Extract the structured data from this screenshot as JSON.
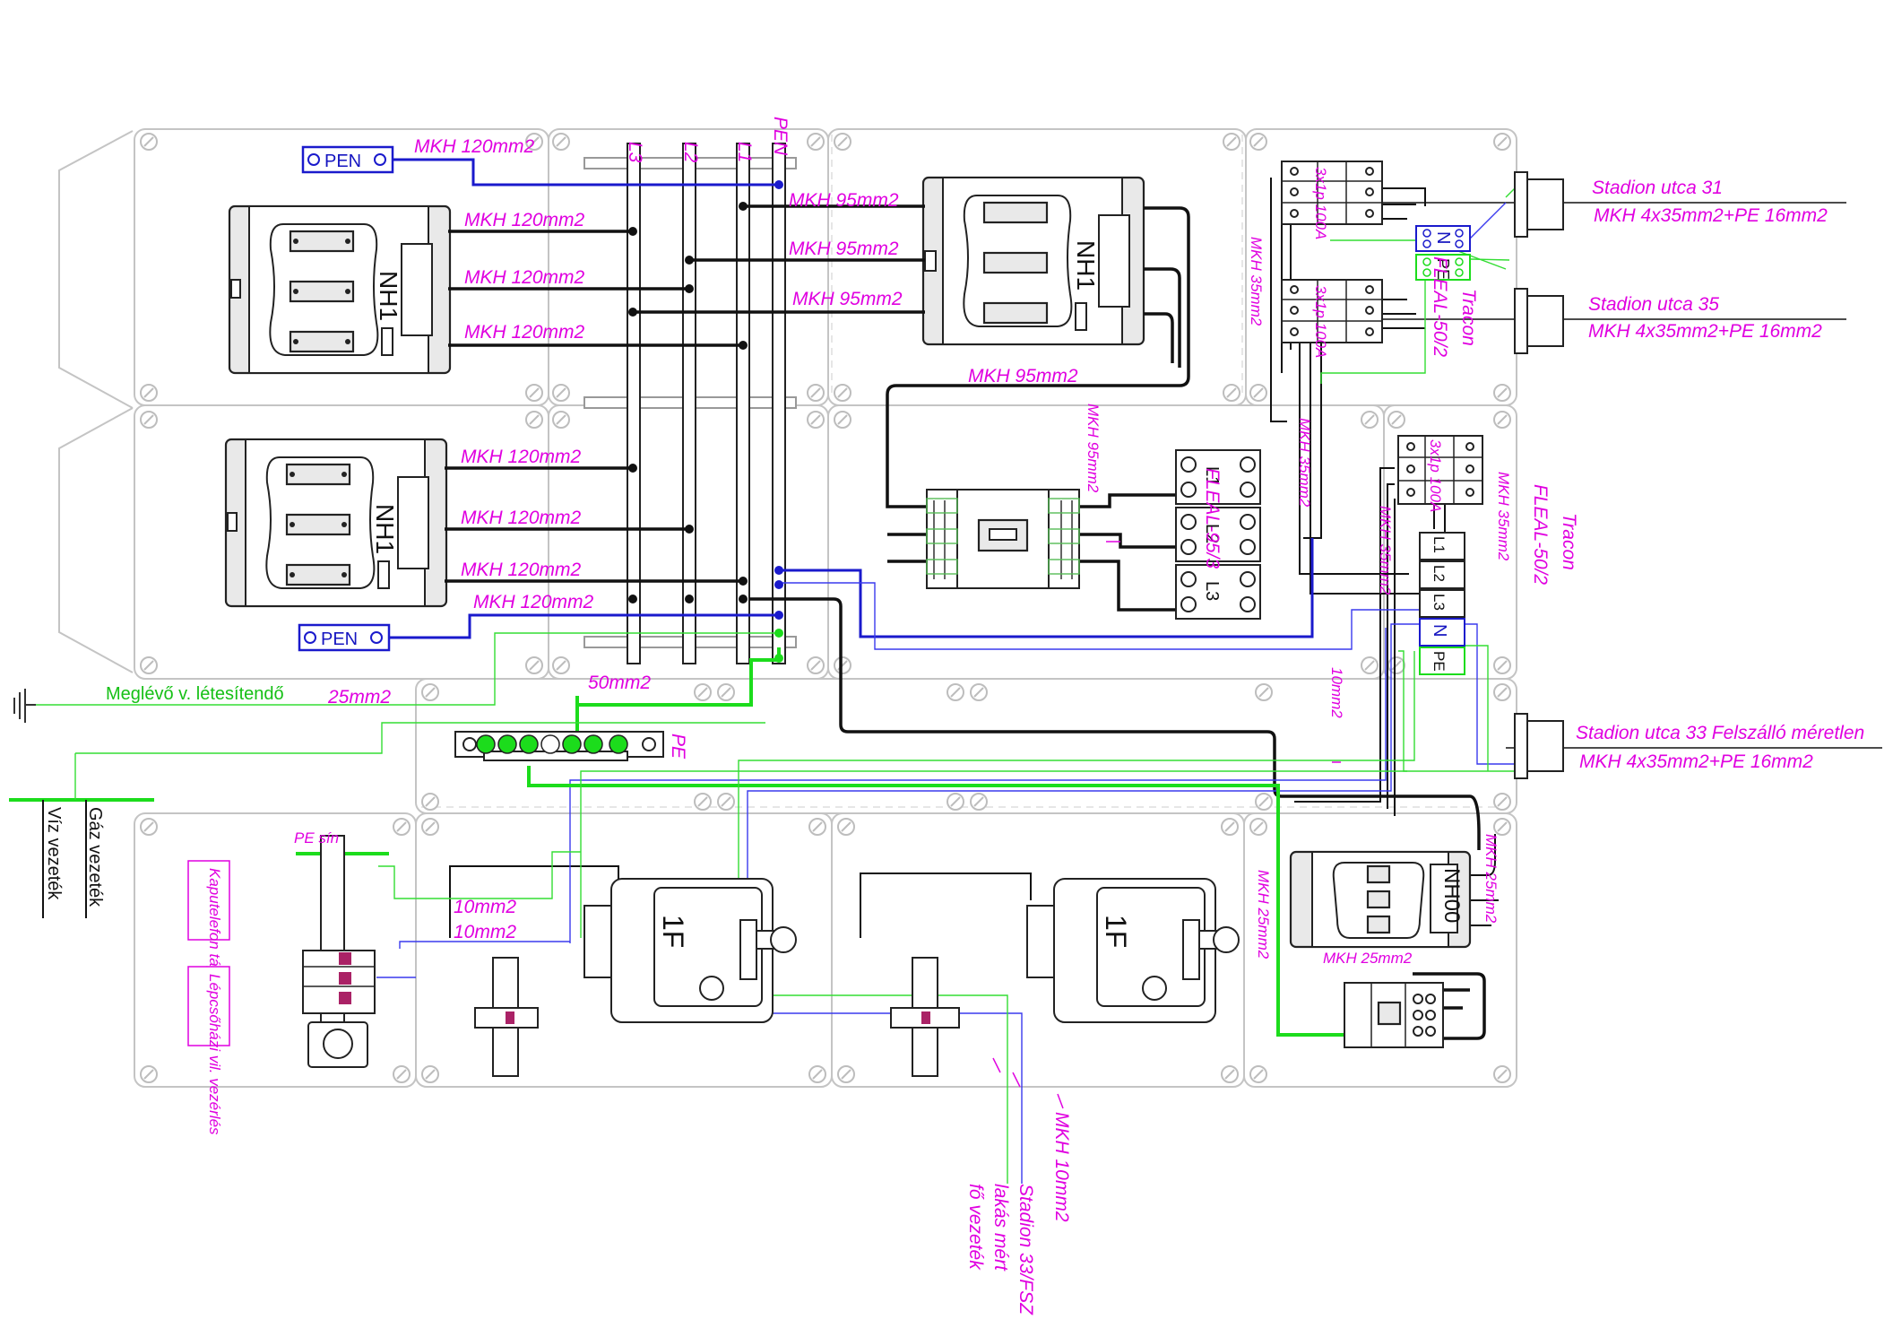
{
  "texts": {
    "pen_top": "PEN",
    "pen_bottom": "PEN",
    "busbar_l3": "L3",
    "busbar_l2": "L2",
    "busbar_l1": "L1",
    "busbar_pen": "PEN",
    "mkh_120_top": "MKH  120mm2",
    "mkh_120_a": "MKH  120mm2",
    "mkh_120_b": "MKH  120mm2",
    "mkh_120_c": "MKH  120mm2",
    "mkh_120_d": "MKH  120mm2",
    "mkh_120_e": "MKH  120mm2",
    "mkh_120_f": "MKH  120mm2",
    "mkh_120_pen2": "MKH  120mm2",
    "mkh_95_a": "MKH  95mm2",
    "mkh_95_b": "MKH  95mm2",
    "mkh_95_c": "MKH  95mm2",
    "mkh_95_d": "MKH  95mm2",
    "mkh_95_vert": "MKH  95mm2",
    "mkh_35_a": "MKH  35mm2",
    "mkh_35_b": "MKH  35mm2",
    "mkh_35_c": "MKH  35mm2",
    "mkh_35_d": "MKH  35mm2",
    "nh1_a": "NH1",
    "nh1_b": "NH1",
    "nh1_c": "NH1",
    "nh00": "NH00",
    "fuse_3x1p_a": "3x1p  100A",
    "fuse_3x1p_b": "3x1p  100A",
    "fuse_3x1p_c": "3x1p  100A",
    "tracon_a": "Tracon",
    "fleal_a": "FLEAL-50/2",
    "tracon_b": "Tracon",
    "fleal_b": "FLEAL-50/2",
    "fleal_95": "FLEAL-95/3",
    "term_l1": "L1",
    "term_l2": "L2",
    "term_l3": "L3",
    "term_n": "N",
    "term_pe": "PE",
    "stadion_31": "Stadion  utca  31",
    "stadion_31_cable": "MKH  4x35mm2+PE  16mm2",
    "stadion_35": "Stadion  utca  35",
    "stadion_35_cable": "MKH  4x35mm2+PE  16mm2",
    "stadion_33": "Stadion  utca  33  Felszálló  méretlen",
    "stadion_33_cable": "MKH  4x35mm2+PE  16mm2",
    "meglevo": "Meglévő  v.  létesítendő",
    "mm25": "25mm2",
    "mm50": "50mm2",
    "mm10_horiz": "10mm2",
    "pe_bar": "PE",
    "viz": "Víz  vezeték",
    "gaz": "Gáz  vezeték",
    "pe_sin": "PE  sín",
    "kaputelefon": "Kaputelefon  tápegység",
    "lepcsohazi": "Lépcsőházi  vil.  vezérlés",
    "mm10_a": "10mm2",
    "mm10_b": "10mm2",
    "meter_1f_a": "1F",
    "meter_1f_b": "1F",
    "mkh_25_a": "MKH  25mm2",
    "mkh_25_b": "MKH  25mm2",
    "mkh_25_c": "MKH  25mm2",
    "mkh_10": "MKH  10mm2",
    "stadion_33fsz": "Stadion  33/FSZ",
    "lakas_mert": "lakás  mért",
    "fo_vezetek": "fő  vezeték"
  },
  "colors": {
    "label": "#e000e0",
    "wire_black": "#111111",
    "wire_blue": "#1a1acc",
    "wire_green": "#1cdc1c",
    "enclosure": "#c4c4c4"
  }
}
